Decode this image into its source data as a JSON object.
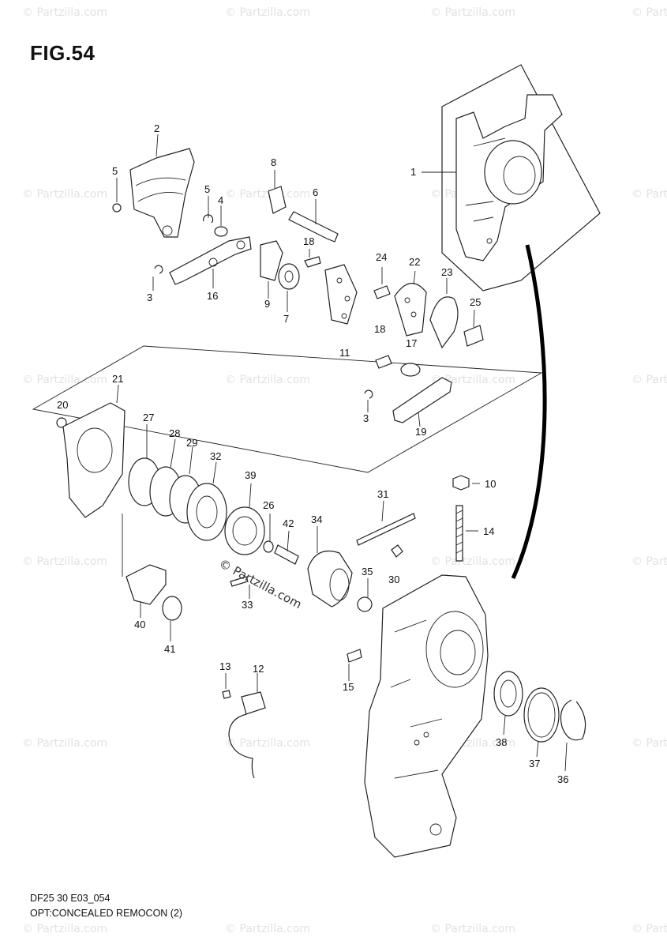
{
  "figure": {
    "title": "FIG.54"
  },
  "footer": {
    "code": "DF25 30 E03_054",
    "caption": "OPT:CONCEALED REMOCON (2)"
  },
  "watermark": {
    "text": "© Partzilla.com",
    "center_text": "© Partzilla.com"
  },
  "callouts": {
    "c1": "1",
    "c2": "2",
    "c3a": "3",
    "c3b": "3",
    "c4": "4",
    "c5a": "5",
    "c5b": "5",
    "c6": "6",
    "c7": "7",
    "c8": "8",
    "c9": "9",
    "c10": "10",
    "c11": "11",
    "c12": "12",
    "c13": "13",
    "c14": "14",
    "c15": "15",
    "c16": "16",
    "c17": "17",
    "c18a": "18",
    "c18b": "18",
    "c19": "19",
    "c20": "20",
    "c21": "21",
    "c22": "22",
    "c23": "23",
    "c24": "24",
    "c25": "25",
    "c26": "26",
    "c27": "27",
    "c28": "28",
    "c29": "29",
    "c30": "30",
    "c31": "31",
    "c32": "32",
    "c33": "33",
    "c34": "34",
    "c35": "35",
    "c36": "36",
    "c37": "37",
    "c38": "38",
    "c39": "39",
    "c40": "40",
    "c41": "41",
    "c42": "42"
  }
}
